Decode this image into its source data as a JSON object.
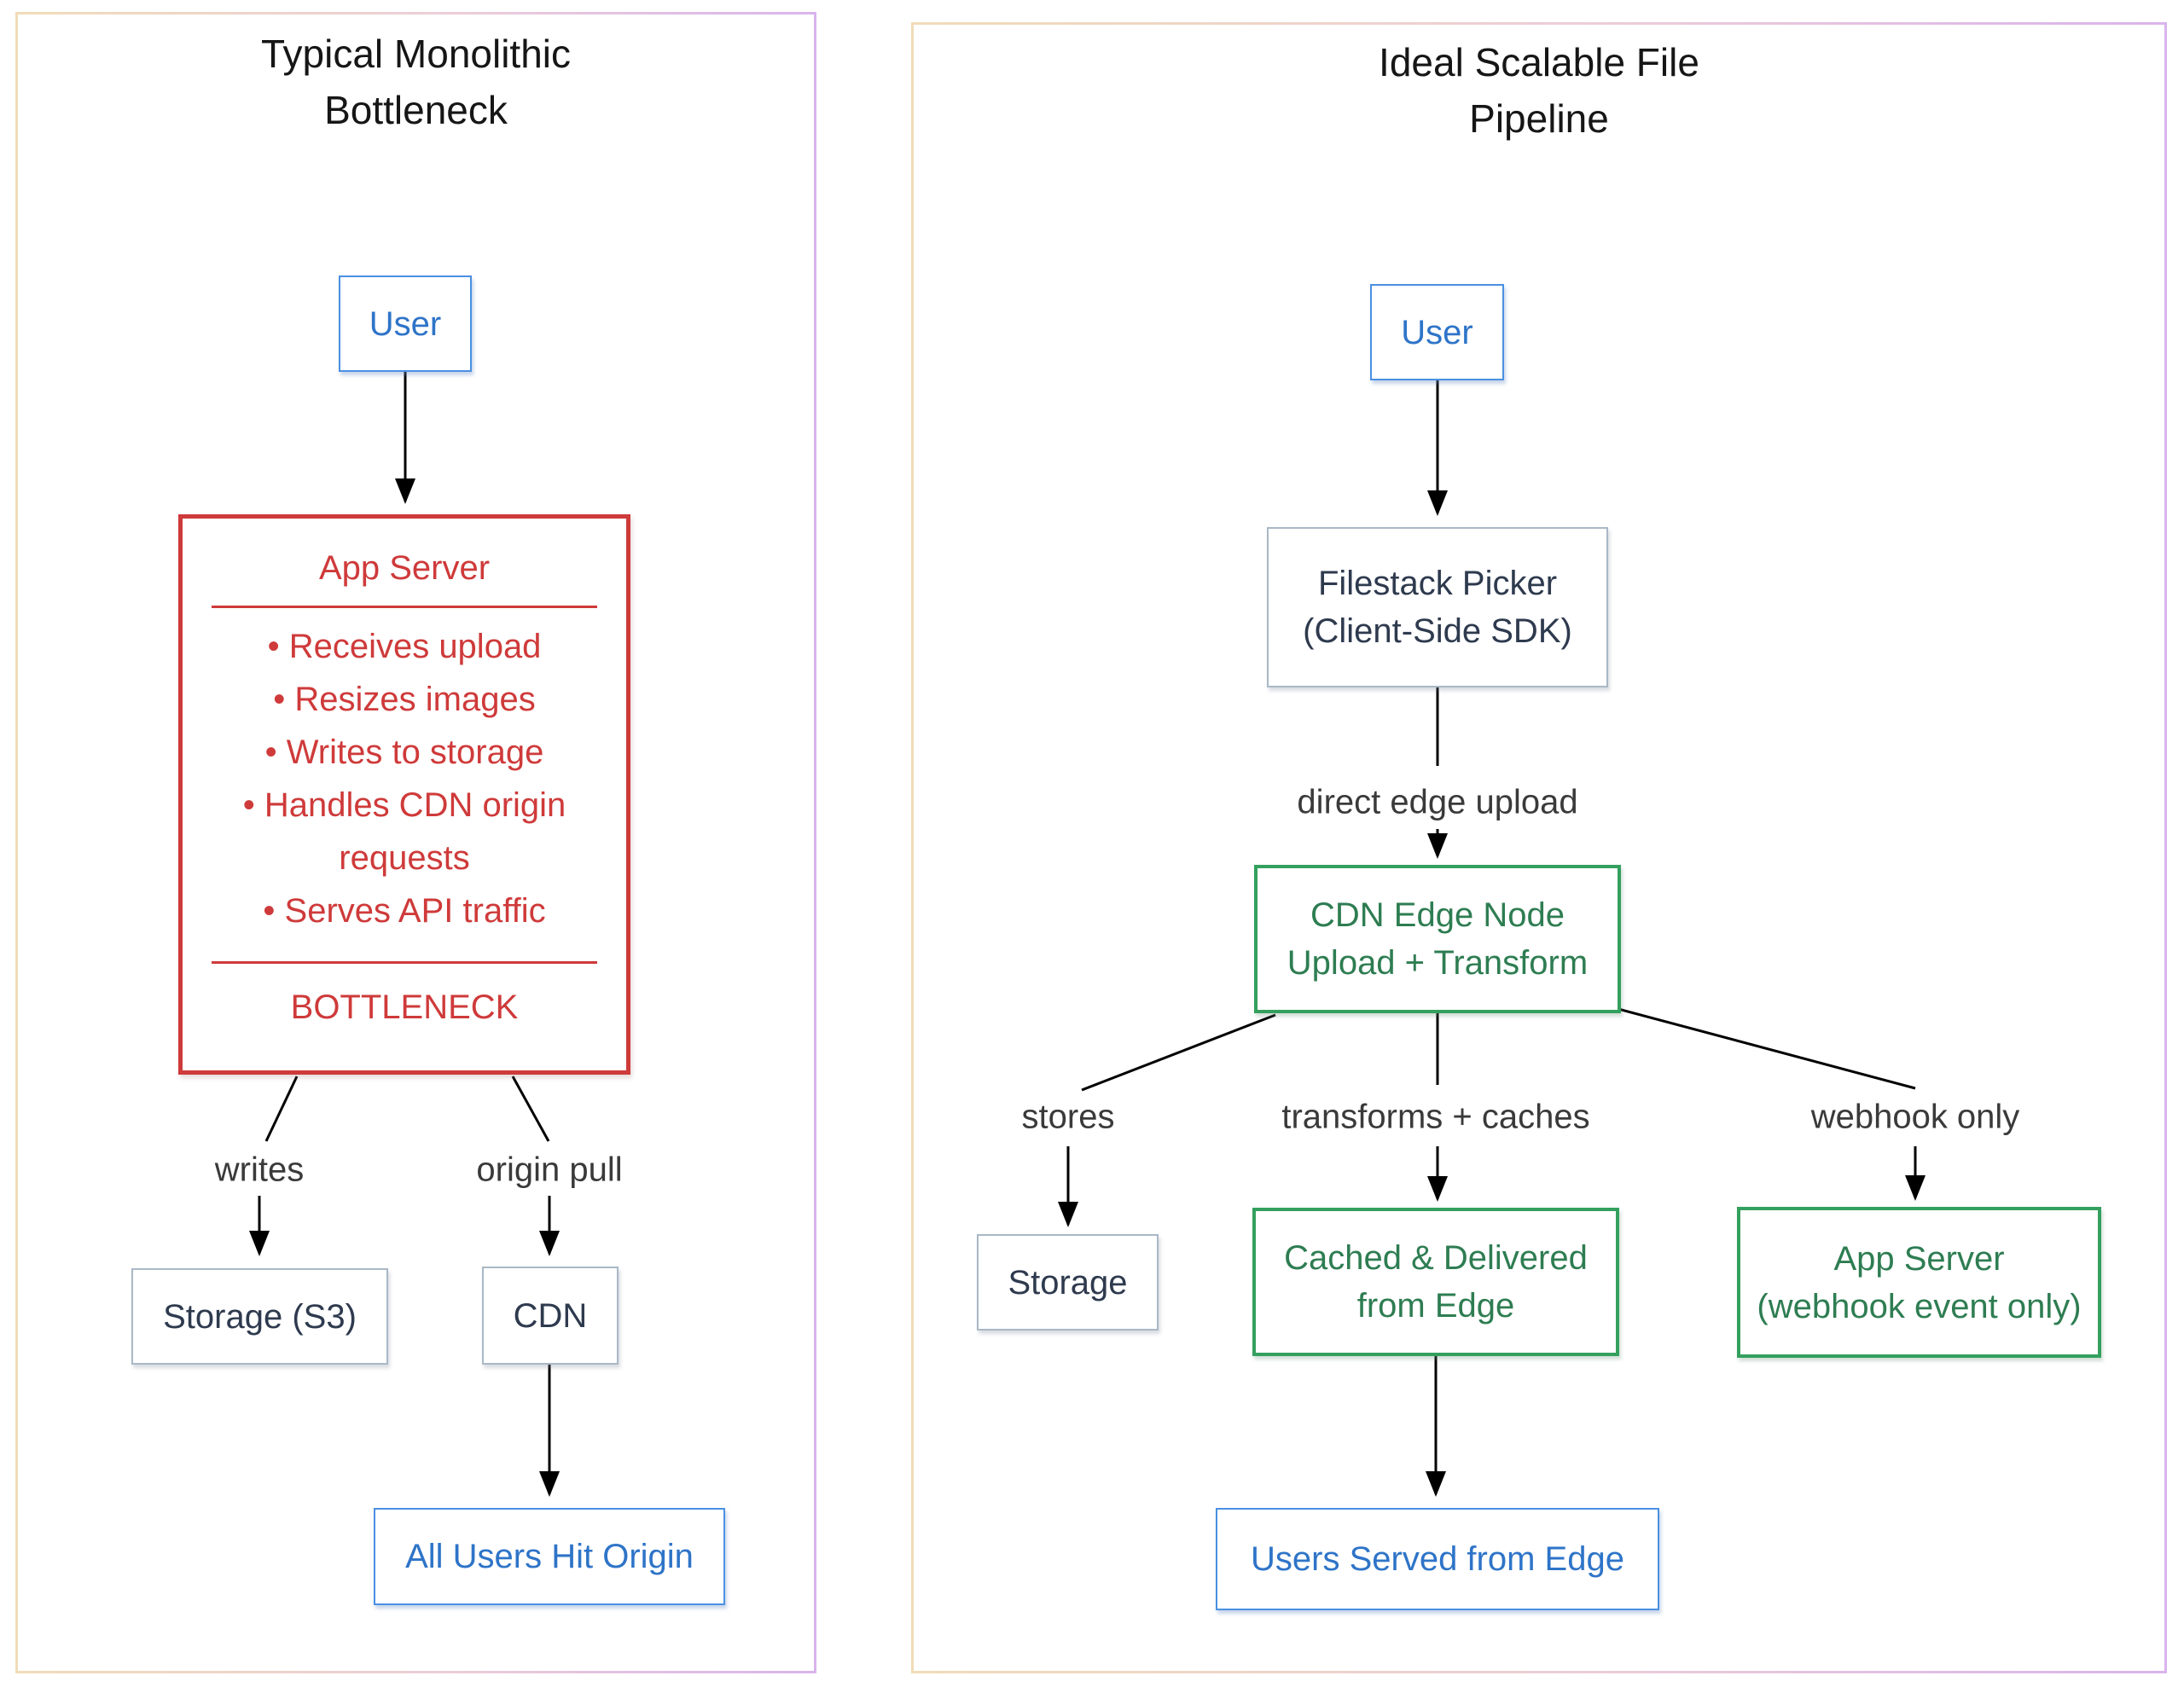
{
  "left": {
    "title1": "Typical Monolithic",
    "title2": "Bottleneck",
    "user": "User",
    "app": {
      "title": "App Server",
      "bullets": [
        "Receives upload",
        "Resizes images",
        "Writes to storage",
        "Handles CDN origin requests",
        "Serves API traffic"
      ],
      "footer": "BOTTLENECK"
    },
    "writes": "writes",
    "origin_pull": "origin pull",
    "storage": "Storage (S3)",
    "cdn": "CDN",
    "all_users": "All Users Hit Origin"
  },
  "right": {
    "title1": "Ideal Scalable File",
    "title2": "Pipeline",
    "user": "User",
    "picker1": "Filestack Picker",
    "picker2": "(Client-Side SDK)",
    "direct_edge_upload": "direct edge upload",
    "edge1": "CDN Edge Node",
    "edge2": "Upload + Transform",
    "stores": "stores",
    "transforms_caches": "transforms + caches",
    "webhook_only": "webhook only",
    "storage": "Storage",
    "cached1": "Cached & Delivered",
    "cached2": "from Edge",
    "app1": "App Server",
    "app2": "(webhook event only)",
    "users_served": "Users Served from Edge"
  },
  "colors": {
    "panel_gradient_start": "#f0dcb8",
    "panel_gradient_mid": "#eccdd8",
    "panel_gradient_end": "#d9b4ec",
    "blue_border": "#4a90e2",
    "blue_text": "#2e74c8",
    "gray_border": "#a9b8c6",
    "dark_text": "#2e3a4e",
    "red": "#cf3a3a",
    "green_border": "#34a05e",
    "green_text": "#2e7d52",
    "label_text": "#3a3a3a",
    "title_text": "#161616",
    "line": "#000000"
  }
}
